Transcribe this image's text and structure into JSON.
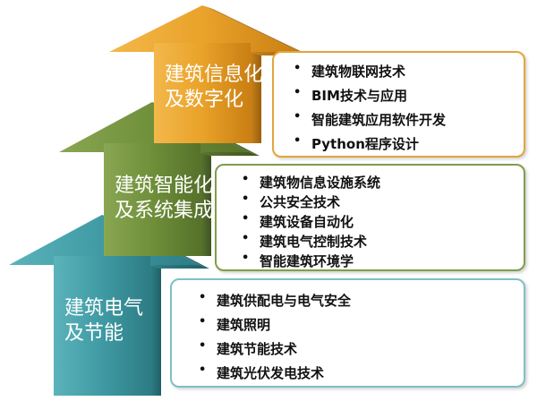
{
  "colors": {
    "top_arrow": "#e9a22a",
    "mid_arrow": "#6f8f3a",
    "bot_arrow": "#3f9aa3",
    "top_border": "#e3a53a",
    "mid_border": "#7f9d4a",
    "bot_border": "#7ec1c4"
  },
  "levels": {
    "top": {
      "title_line1": "建筑信息化",
      "title_line2": "及数字化",
      "items": [
        "建筑物联网技术",
        "BIM技术与应用",
        "智能建筑应用软件开发",
        "Python程序设计"
      ]
    },
    "mid": {
      "title_line1": "建筑智能化",
      "title_line2": "及系统集成",
      "items": [
        "建筑物信息设施系统",
        "公共安全技术",
        "建筑设备自动化",
        "建筑电气控制技术",
        "智能建筑环境学"
      ]
    },
    "bot": {
      "title_line1": "建筑电气",
      "title_line2": "及节能",
      "items": [
        "建筑供配电与电气安全",
        "建筑照明",
        "建筑节能技术",
        "建筑光伏发电技术"
      ]
    }
  },
  "bullet": "•"
}
